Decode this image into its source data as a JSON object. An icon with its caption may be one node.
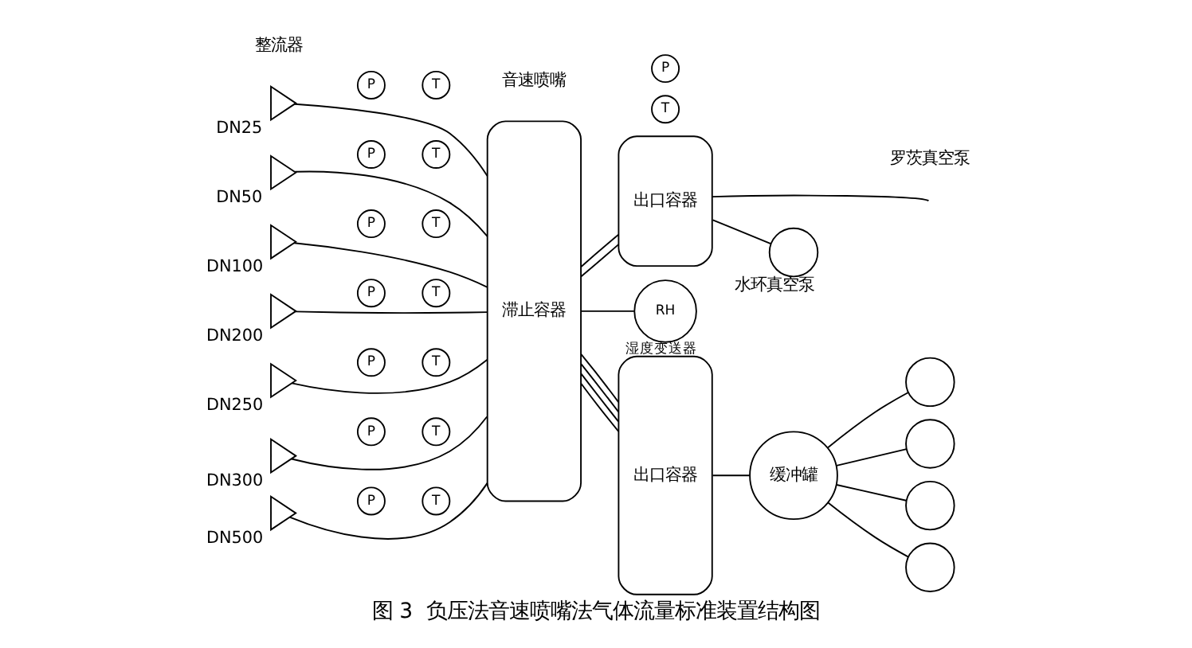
{
  "diagram": {
    "caption": "图 3  负压法音速喷嘴法气体流量标准装置结构图",
    "nodes": [
      {
        "text": [],
        "shape": "triangle",
        "beside": [
          "DN25"
        ]
      },
      {
        "text": [],
        "shape": "triangle",
        "beside": [
          "DN50"
        ]
      },
      {
        "text": [],
        "shape": "triangle",
        "beside": [
          "DN100"
        ]
      },
      {
        "text": [],
        "shape": "triangle",
        "beside": [
          "DN200"
        ]
      },
      {
        "text": [],
        "shape": "triangle",
        "beside": [
          "DN250"
        ]
      },
      {
        "text": [],
        "shape": "triangle",
        "beside": [
          "DN300"
        ]
      },
      {
        "text": [],
        "shape": "triangle",
        "beside": [
          "DN500"
        ]
      },
      {
        "text": [
          "滞止容器"
        ]
      },
      {
        "text": [
          "RH"
        ],
        "beside": [
          "湿度变送器"
        ]
      },
      {
        "text": [
          "出口容器"
        ]
      },
      {
        "text": [],
        "shape": "circle",
        "beside": [
          "水环真空泵"
        ]
      },
      {
        "text": [
          "出口容器"
        ]
      },
      {
        "text": [
          "缓冲罐"
        ]
      },
      {
        "text": [],
        "shape": "circle"
      },
      {
        "text": [],
        "shape": "circle"
      },
      {
        "text": [],
        "shape": "circle"
      },
      {
        "text": [],
        "shape": "circle"
      },
      {
        "text": [
          "P"
        ]
      },
      {
        "text": [
          "T"
        ]
      },
      {
        "text": [
          "P"
        ]
      },
      {
        "text": [
          "T"
        ]
      },
      {
        "text": [
          "P"
        ]
      },
      {
        "text": [
          "T"
        ]
      },
      {
        "text": [
          "P"
        ]
      },
      {
        "text": [
          "T"
        ]
      },
      {
        "text": [
          "P"
        ]
      },
      {
        "text": [
          "T"
        ]
      },
      {
        "text": [
          "P"
        ]
      },
      {
        "text": [
          "T"
        ]
      },
      {
        "text": [
          "P"
        ]
      },
      {
        "text": [
          "T"
        ]
      },
      {
        "text": [
          "P"
        ]
      },
      {
        "text": [
          "T"
        ]
      }
    ],
    "edges": [
      {
        "from": 0,
        "to": 7,
        "arrow": "none"
      },
      {
        "from": 1,
        "to": 7,
        "arrow": "none"
      },
      {
        "from": 2,
        "to": 7,
        "arrow": "none"
      },
      {
        "from": 3,
        "to": 7,
        "arrow": "none"
      },
      {
        "from": 4,
        "to": 7,
        "arrow": "none"
      },
      {
        "from": 5,
        "to": 7,
        "arrow": "none"
      },
      {
        "from": 6,
        "to": 7,
        "arrow": "none"
      },
      {
        "from": 7,
        "to": 9,
        "arrow": "none"
      },
      {
        "from": 7,
        "to": 9,
        "arrow": "none"
      },
      {
        "from": 7,
        "to": 8,
        "arrow": "none"
      },
      {
        "from": 7,
        "to": 11,
        "arrow": "none"
      },
      {
        "from": 7,
        "to": 11,
        "arrow": "none"
      },
      {
        "from": 7,
        "to": 11,
        "arrow": "none"
      },
      {
        "from": 7,
        "to": 11,
        "arrow": "none"
      },
      {
        "from": 9,
        "to": 10,
        "arrow": "none"
      },
      {
        "from": 9,
        "to": null,
        "arrow": "none"
      },
      {
        "from": 11,
        "to": 12,
        "arrow": "none"
      },
      {
        "from": 12,
        "to": 13,
        "arrow": "none"
      },
      {
        "from": 12,
        "to": 14,
        "arrow": "none"
      },
      {
        "from": 12,
        "to": 15,
        "arrow": "none"
      },
      {
        "from": 12,
        "to": 16,
        "arrow": "none"
      }
    ],
    "labels": [
      "整流器",
      "音速喷嘴",
      "罗茨真空泵"
    ]
  }
}
